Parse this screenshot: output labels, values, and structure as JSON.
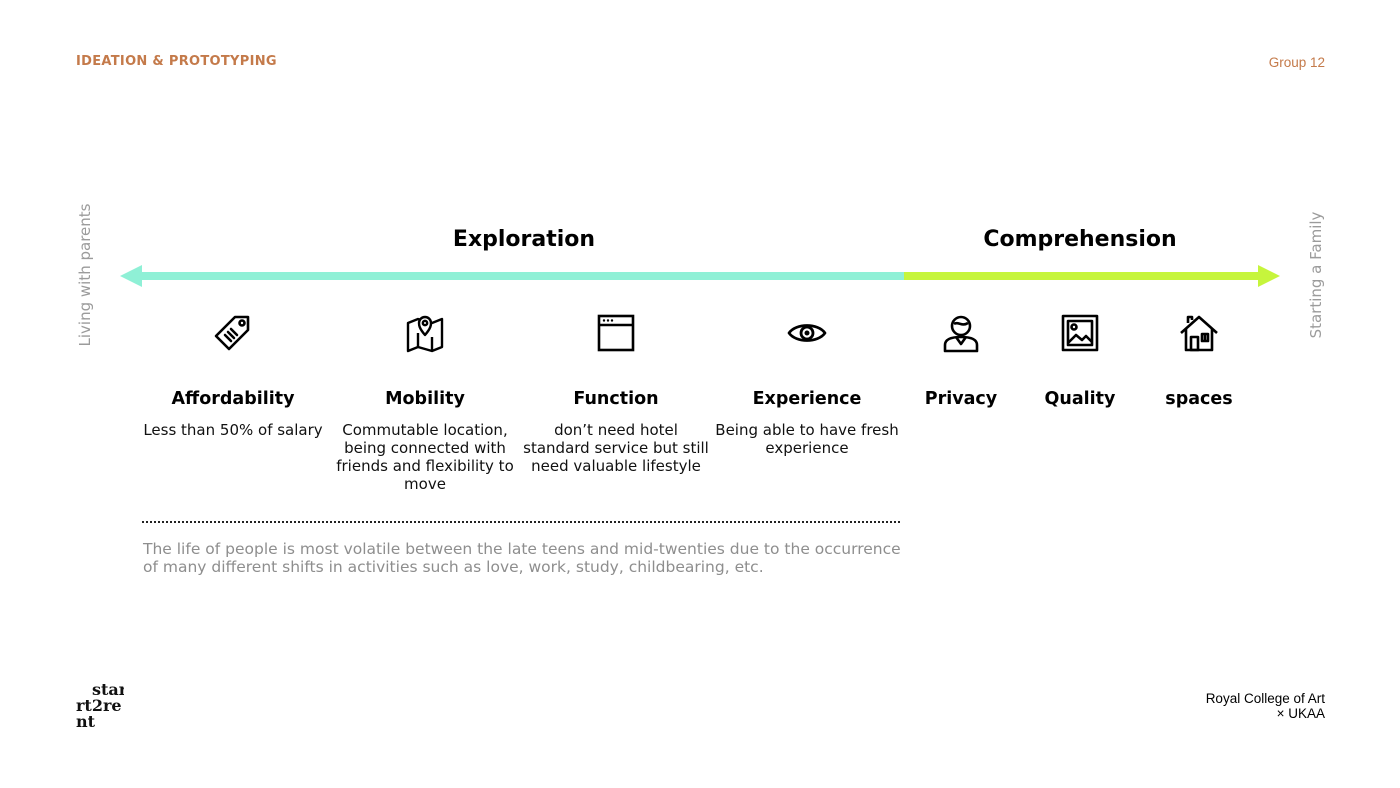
{
  "header": {
    "section": "IDEATION & PROTOTYPING",
    "group": "Group 12"
  },
  "axis": {
    "left_label": "Living with parents",
    "right_label": "Starting a Family",
    "colors": {
      "exploration": "#8ff0d6",
      "comprehension": "#c6f53c"
    }
  },
  "phases": [
    {
      "title": "Exploration"
    },
    {
      "title": "Comprehension"
    }
  ],
  "items": [
    {
      "icon": "price-tag-icon",
      "title": "Affordability",
      "desc": "Less than 50% of salary"
    },
    {
      "icon": "map-pin-icon",
      "title": "Mobility",
      "desc": "Commutable location, being connected with friends and flexibility to move"
    },
    {
      "icon": "browser-window-icon",
      "title": "Function",
      "desc": "don’t need hotel standard service but still need valuable lifestyle"
    },
    {
      "icon": "eye-icon",
      "title": "Experience",
      "desc": "Being able to have fresh experience"
    },
    {
      "icon": "person-icon",
      "title": "Privacy",
      "desc": ""
    },
    {
      "icon": "picture-frame-icon",
      "title": "Quality",
      "desc": ""
    },
    {
      "icon": "house-icon",
      "title": "spaces",
      "desc": ""
    }
  ],
  "note": "The life of people is most volatile between the late teens and mid-twenties due to the occurrence of many different shifts in activities such as love, work, study, childbearing, etc.",
  "footer": {
    "logo_lines": [
      "star",
      "rt2re",
      "nt"
    ],
    "credit_line1": "Royal College of Art",
    "credit_line2": "× UKAA"
  }
}
